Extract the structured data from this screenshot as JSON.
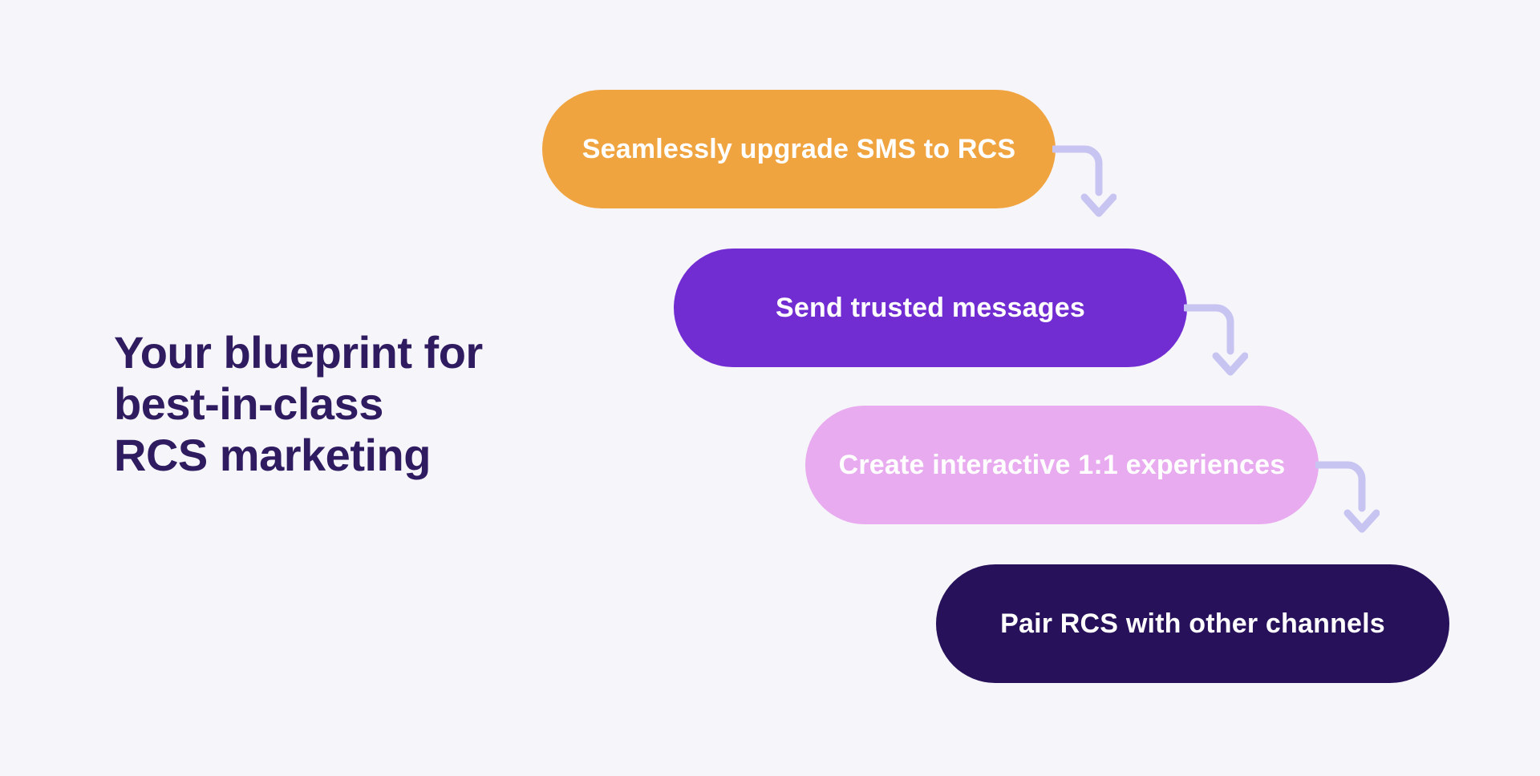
{
  "canvas": {
    "background": "#f6f5fa"
  },
  "title": {
    "lines": [
      "Your blueprint for",
      "best-in-class",
      "RCS marketing"
    ],
    "color": "#2f1b60"
  },
  "flow": {
    "arrow_color": "#c7c4f2",
    "steps": [
      {
        "label": "Seamlessly upgrade SMS to RCS",
        "bg": "#f0a440",
        "text_color": "#ffffff"
      },
      {
        "label": "Send trusted messages",
        "bg": "#722dd2",
        "text_color": "#ffffff"
      },
      {
        "label": "Create interactive 1:1 experiences",
        "bg": "#e8abef",
        "text_color": "#ffffff"
      },
      {
        "label": "Pair RCS with other channels",
        "bg": "#27115a",
        "text_color": "#ffffff"
      }
    ]
  }
}
